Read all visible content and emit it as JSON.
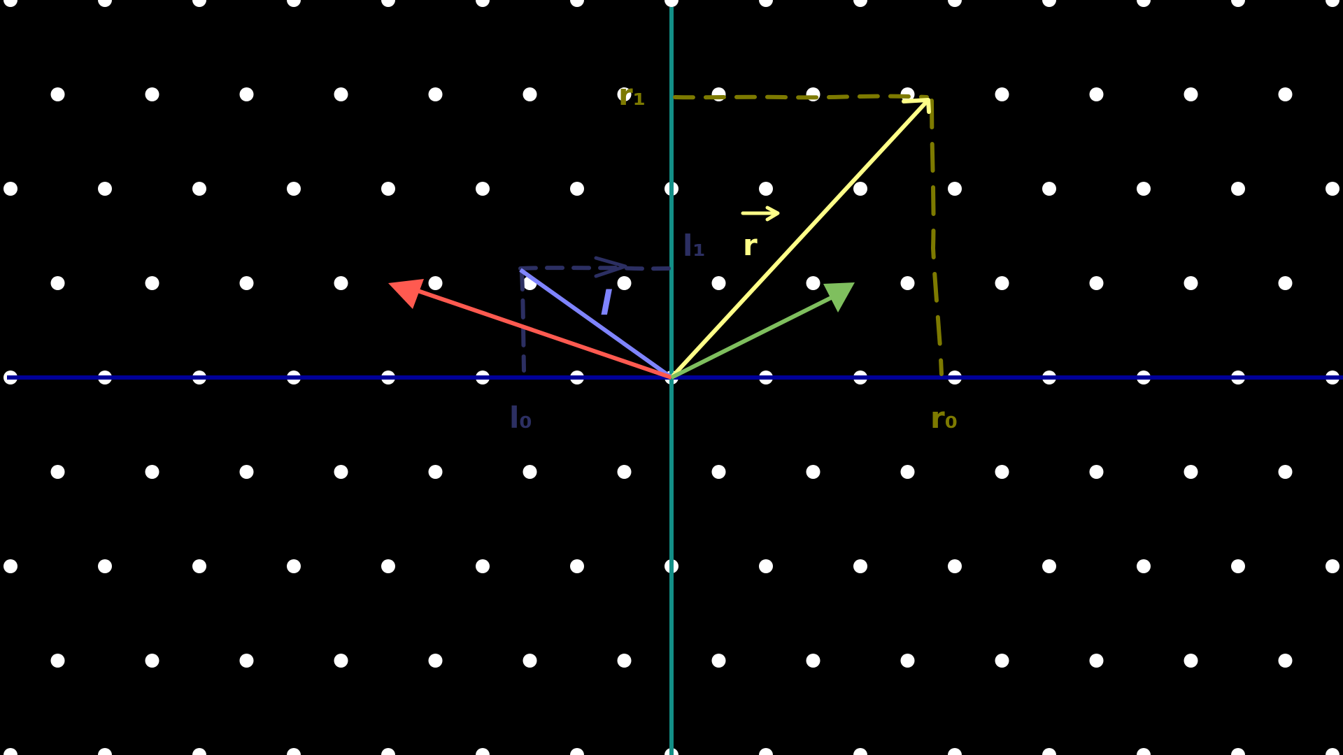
{
  "diagram": {
    "type": "lattice vector decomposition",
    "background_color": "#000000",
    "lattice_point_color": "#ffffff",
    "axes": {
      "horizontal_color": "#000099",
      "vertical_color": "#138f87"
    },
    "vectors": [
      {
        "id": "r",
        "color": "#ffff88",
        "label": "r",
        "arrow_label_overbar": true
      },
      {
        "id": "l",
        "color": "#7f84ff",
        "label": "l",
        "arrow_label_overbar": true
      },
      {
        "id": "red",
        "color": "#ff5a50",
        "label": ""
      },
      {
        "id": "green",
        "color": "#7fbf5e",
        "label": ""
      }
    ],
    "component_labels": {
      "r0": "r₀",
      "r1": "r₁",
      "l0": "l₀",
      "l1": "l₁"
    },
    "component_colors": {
      "r_guides": "#7d7a00",
      "l_guides": "#2c2f62"
    }
  }
}
